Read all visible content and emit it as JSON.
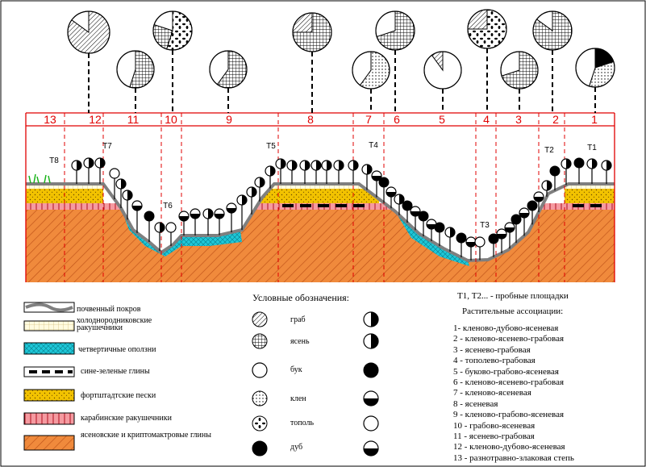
{
  "plots": [
    "13",
    "12",
    "11",
    "10",
    "9",
    "8",
    "7",
    "6",
    "5",
    "4",
    "3",
    "2",
    "1"
  ],
  "sites": [
    "T8",
    "T7",
    "T6",
    "T5",
    "T4",
    "T3",
    "T2",
    "T1"
  ],
  "sites_note": "Т1, Т2... - пробные площадки",
  "legend_title": "Условные обозначения:",
  "layers": [
    {
      "label": "почвенный покров"
    },
    {
      "label": "холоднородниковские ракушечники"
    },
    {
      "label": "четвертичные оползни"
    },
    {
      "label": "сине-зеленые глины"
    },
    {
      "label": "фортштадтские пески"
    },
    {
      "label": "карабинские ракушечники"
    },
    {
      "label": "ясеновские и криптомактровые глины"
    }
  ],
  "species": [
    "граб",
    "ясень",
    "бук",
    "клен",
    "тополь",
    "дуб"
  ],
  "assoc_title": "Растительные ассоциации:",
  "associations": [
    "1- кленово-дубово-ясеневая",
    "2 - кленово-ясенево-грабовая",
    "3 - ясенево-грабовая",
    "4 - тополево-грабовая",
    "5 - буково-грабово-ясеневая",
    "6 - кленово-ясенево-грабовая",
    "7 - кленово-ясеневая",
    "8 - ясеневая",
    "9 - кленово-грабово-ясеневая",
    "10 - грабово-ясеневая",
    "11 - ясенево-грабовая",
    "12 - кленово-дубово-ясеневая",
    "13 - разнотравно-злаковая степь"
  ],
  "colors": {
    "red": "#e00000",
    "sand": "#f2c200",
    "landslide": "#1ec8d8",
    "soil": "#808080",
    "clay": "#f08a3c",
    "shell": "#f59aa0"
  }
}
